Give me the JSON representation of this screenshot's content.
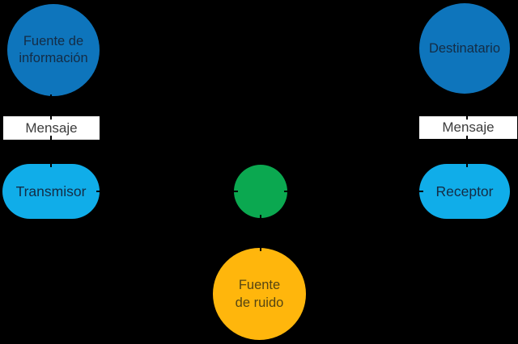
{
  "diagram": {
    "background_color": "#000000",
    "arrow_color": "#000000",
    "nodes": {
      "fuente_informacion": {
        "line1": "Fuente de",
        "line2": "información",
        "fill": "#0e75bc",
        "text_color": "#142c45"
      },
      "mensaje_izquierda": {
        "label": "Mensaje",
        "fill": "#ffffff",
        "text_color": "#3c3c3c"
      },
      "transmisor": {
        "label": "Transmisor",
        "fill": "#10ade9",
        "text_color": "#142c45"
      },
      "canal": {
        "label": "",
        "fill": "#0ba850"
      },
      "fuente_ruido": {
        "line1": "Fuente",
        "line2": "de ruido",
        "fill": "#ffb60c",
        "text_color": "#554513"
      },
      "receptor": {
        "label": "Receptor",
        "fill": "#10ade9",
        "text_color": "#142c45"
      },
      "mensaje_derecha": {
        "label": "Mensaje",
        "fill": "#ffffff",
        "text_color": "#3c3c3c"
      },
      "destinatario": {
        "label": "Destinatario",
        "fill": "#0e75bc",
        "text_color": "#142c45"
      }
    }
  }
}
